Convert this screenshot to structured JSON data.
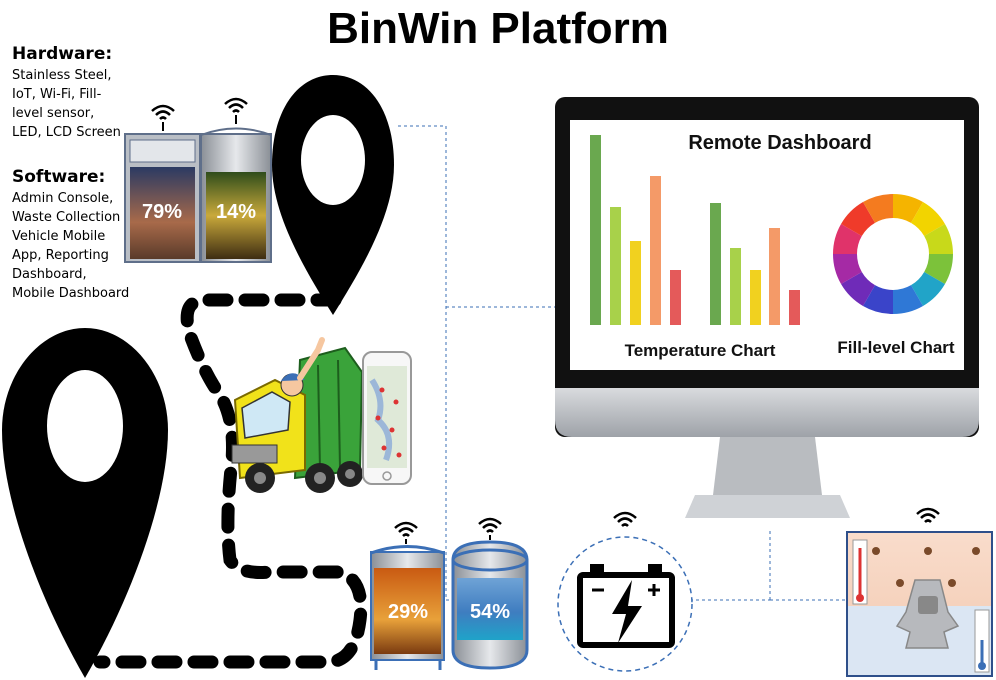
{
  "title": "BinWin Platform",
  "hardware": {
    "heading": "Hardware:",
    "lines": [
      "Stainless Steel,",
      "IoT, Wi-Fi, Fill-",
      "level sensor,",
      "LED, LCD Screen"
    ]
  },
  "software": {
    "heading": "Software:",
    "lines": [
      "Admin Console,",
      "Waste Collection",
      "Vehicle Mobile",
      "App, Reporting",
      "Dashboard,",
      "Mobile Dashboard"
    ]
  },
  "bins": {
    "top_left": "79%",
    "top_right": "14%",
    "bottom_left": "29%",
    "bottom_right": "54%"
  },
  "dashboard": {
    "title": "Remote Dashboard",
    "temperature_label": "Temperature Chart",
    "fill_label": "Fill-level Chart"
  },
  "colors": {
    "green": "#6aa84f",
    "lime": "#a8d14a",
    "yellow": "#f1d11f",
    "orange": "#f49a68",
    "red": "#e45a5a",
    "connector": "#3b6fb6"
  },
  "icons": [
    "wifi-icon",
    "map-pin-icon",
    "battery-bolt-icon",
    "thermometer-icon",
    "phone-map-icon",
    "garbage-truck-icon"
  ]
}
